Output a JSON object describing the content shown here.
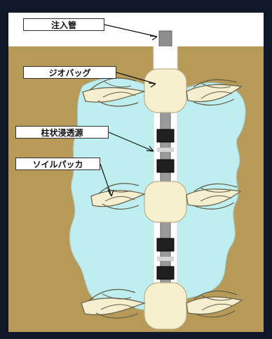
{
  "labels": {
    "injection_pipe": "注入管",
    "geobag": "ジオバッグ",
    "columnar_infiltration_source": "柱状浸透源",
    "soil_packer": "ソイルパッカ"
  },
  "colors": {
    "frame_background": "#101827",
    "canvas_white": "#ffffff",
    "soil": "#b79a57",
    "infiltration_zone": "#bfeef0",
    "pipe": "#8e8e8e",
    "bag": "#f7f0cf",
    "fracture": "#f5efcf"
  }
}
